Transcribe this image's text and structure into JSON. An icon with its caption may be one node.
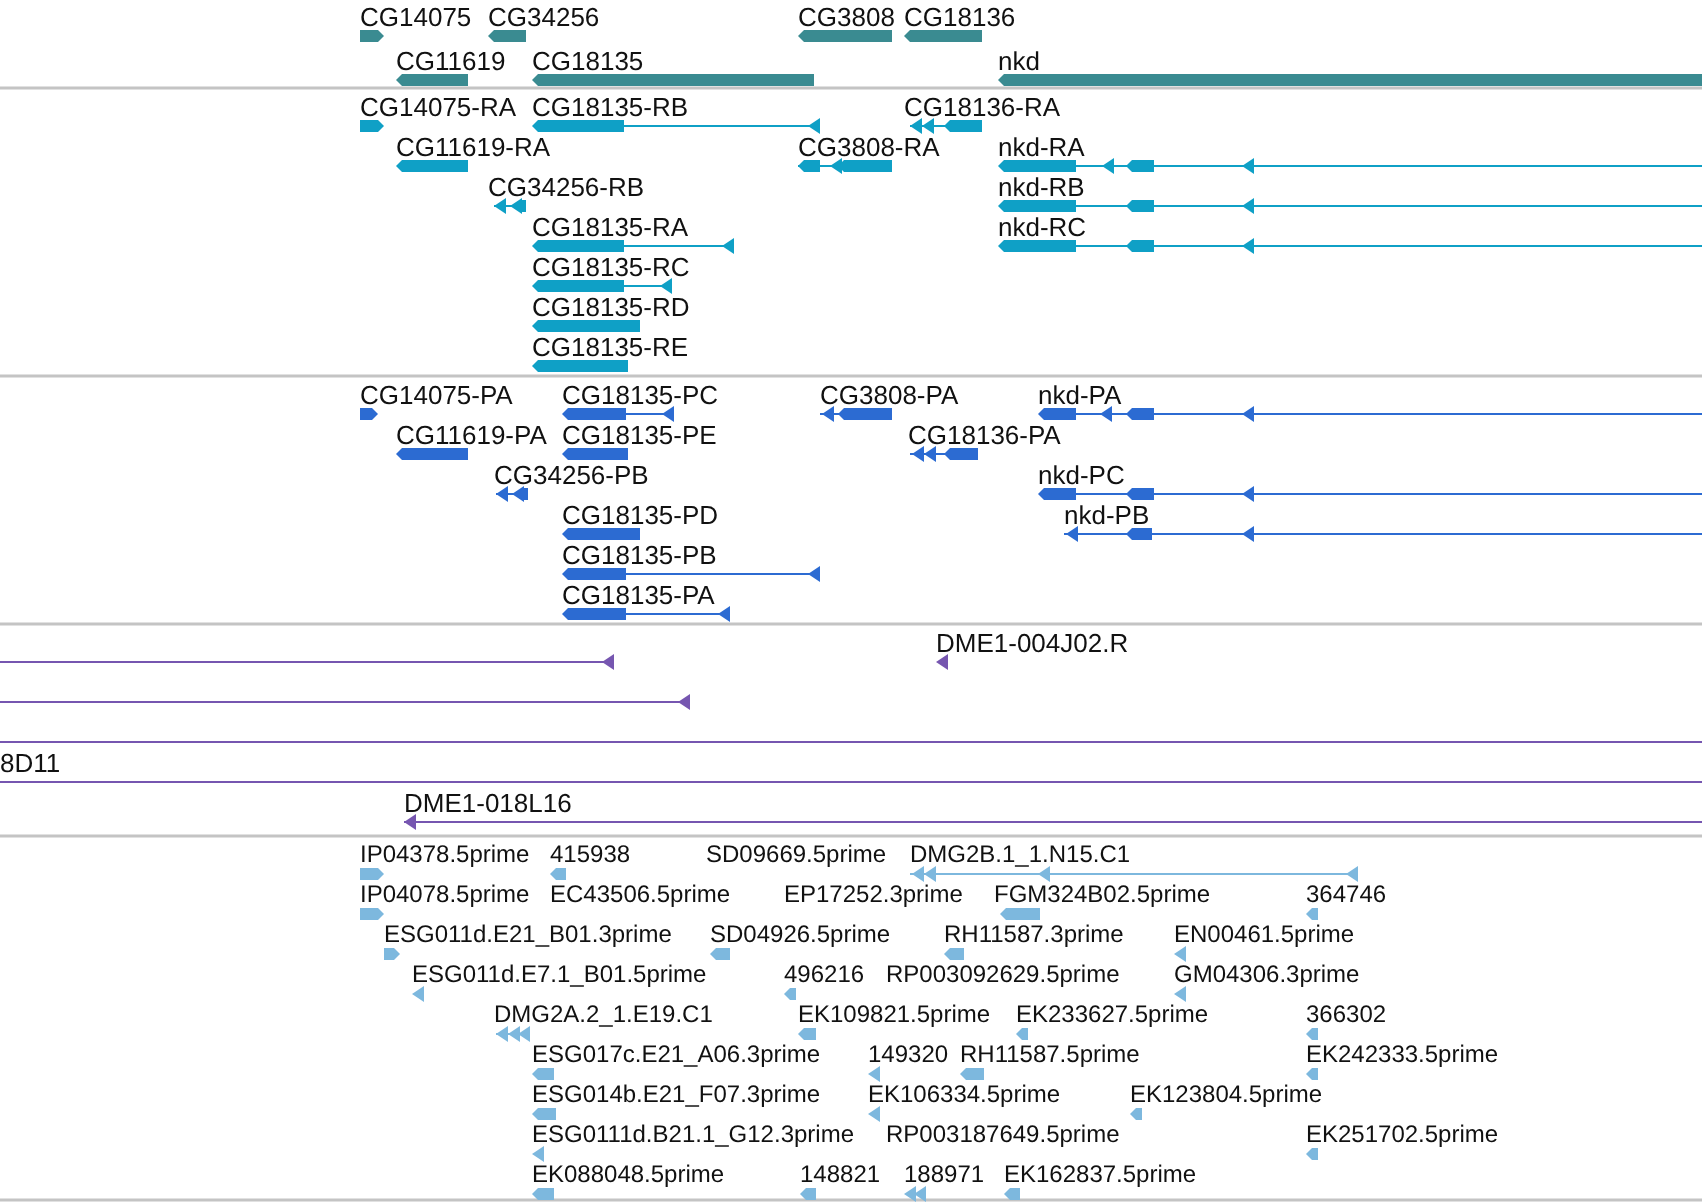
{
  "diagram": {
    "labels": [
      "CG14075",
      "CG34256",
      "CG3808",
      "CG18136",
      "CG11619",
      "CG18135",
      "nkd",
      "CG14075-RA",
      "CG18135-RB",
      "CG18136-RA",
      "CG11619-RA",
      "CG3808-RA",
      "nkd-RA",
      "CG34256-RB",
      "nkd-RB",
      "CG18135-RA",
      "nkd-RC",
      "CG18135-RC",
      "CG18135-RD",
      "CG18135-RE",
      "CG14075-PA",
      "CG18135-PC",
      "CG3808-PA",
      "nkd-PA",
      "CG11619-PA",
      "CG18135-PE",
      "CG18136-PA",
      "CG34256-PB",
      "nkd-PC",
      "CG18135-PD",
      "nkd-PB",
      "CG18135-PB",
      "CG18135-PA",
      "DME1-004J02.R",
      "8D11",
      "DME1-018L16",
      "IP04378.5prime",
      "415938",
      "SD09669.5prime",
      "DMG2B.1_1.N15.C1",
      "IP04078.5prime",
      "EC43506.5prime",
      "EP17252.3prime",
      "FGM324B02.5prime",
      "364746",
      "ESG011d.E21_B01.3prime",
      "SD04926.5prime",
      "RH11587.3prime",
      "EN00461.5prime",
      "ESG011d.E7.1_B01.5prime",
      "496216",
      "RP003092629.5prime",
      "GM04306.3prime",
      "DMG2A.2_1.E19.C1",
      "EK109821.5prime",
      "EK233627.5prime",
      "366302",
      "ESG017c.E21_A06.3prime",
      "149320",
      "RH11587.5prime",
      "EK242333.5prime",
      "ESG014b.E21_F07.3prime",
      "EK106334.5prime",
      "EK123804.5prime",
      "ESG0111d.B21.1_G12.3prime",
      "RP003187649.5prime",
      "EK251702.5prime",
      "EK088048.5prime",
      "148821",
      "188971",
      "EK162837.5prime"
    ]
  }
}
